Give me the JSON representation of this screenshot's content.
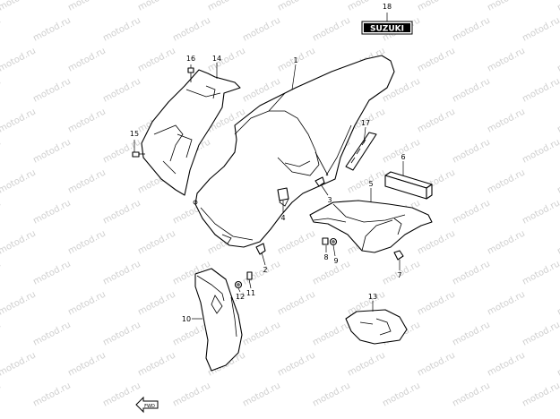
{
  "watermark": "motod.ru",
  "emblem_text": "SUZUKI",
  "fwd_text": "FWD",
  "callouts": {
    "c1": "1",
    "c2": "2",
    "c3": "3",
    "c4": "4",
    "c5": "5",
    "c6": "6",
    "c7": "7",
    "c8": "8",
    "c9": "9",
    "c10": "10",
    "c11": "11",
    "c12": "12",
    "c13": "13",
    "c14": "14",
    "c15": "15",
    "c16": "16",
    "c17": "17",
    "c18": "18"
  }
}
